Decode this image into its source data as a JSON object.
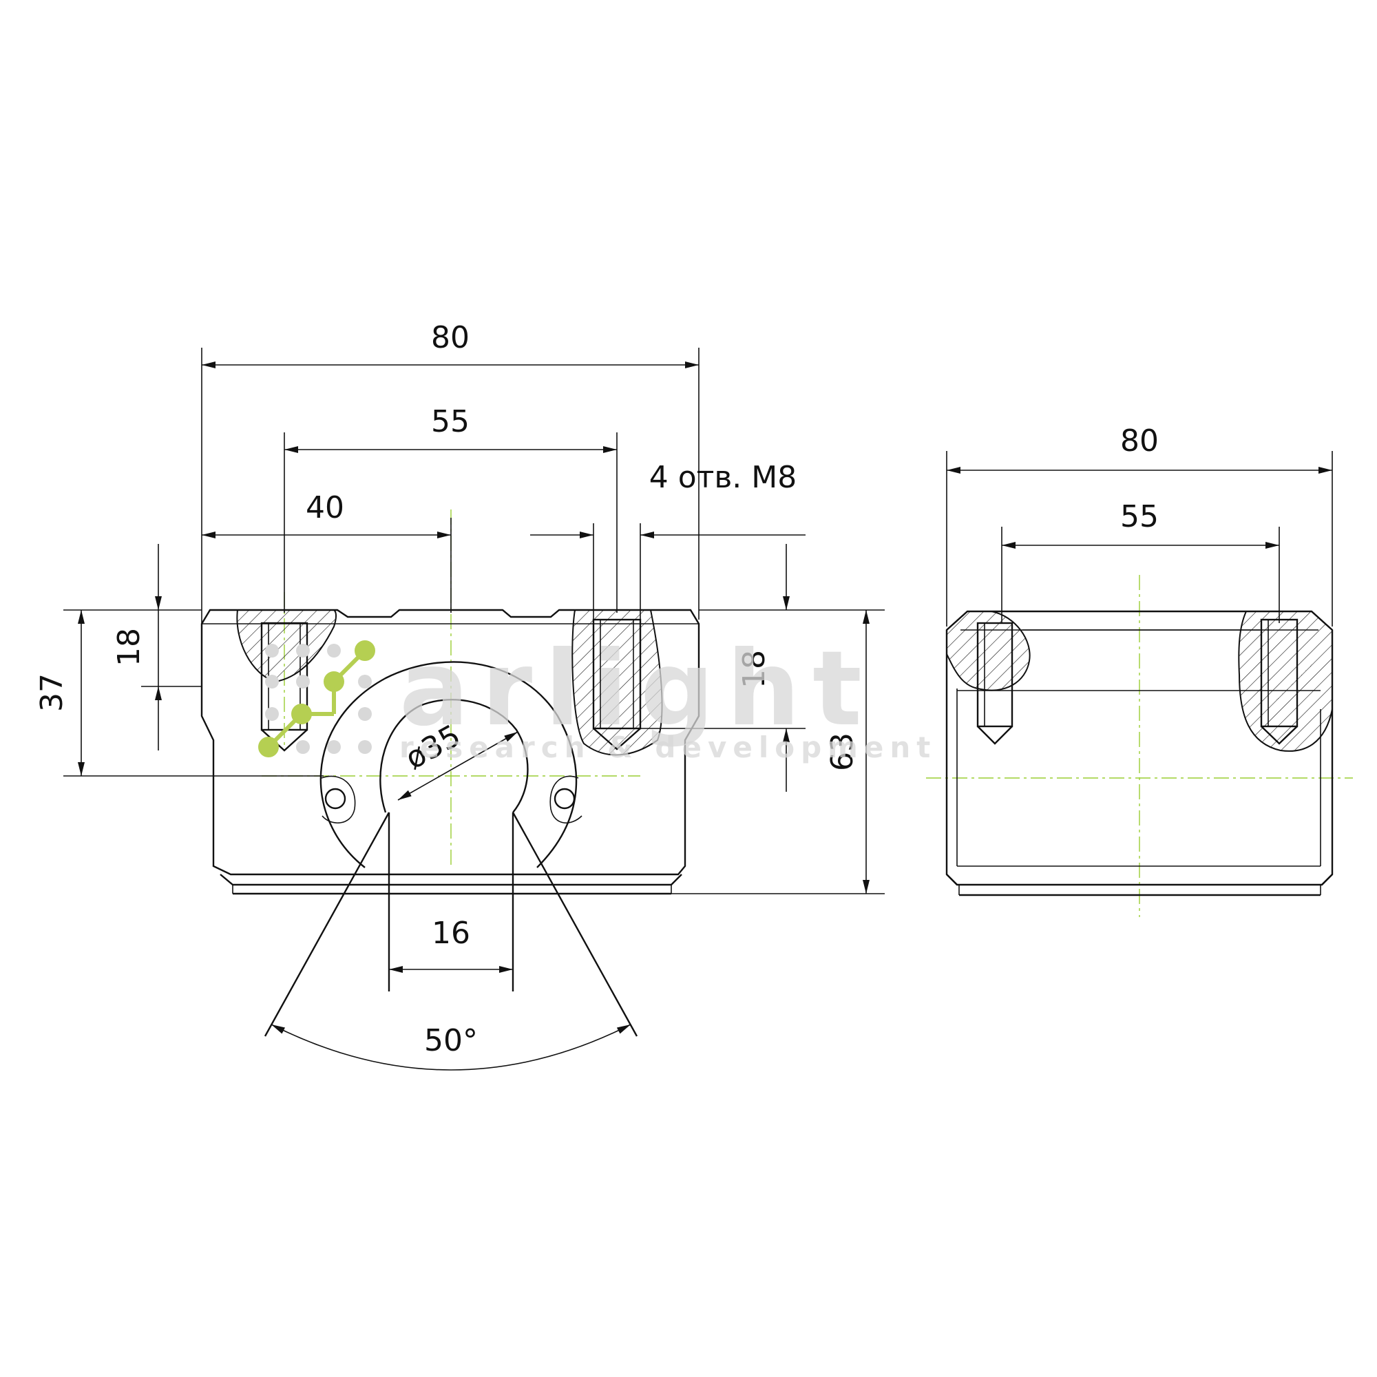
{
  "dimensions": {
    "front_width": "80",
    "front_hole_spacing": "55",
    "front_center_offset": "40",
    "front_height_left": "18",
    "front_center_height": "37",
    "front_total_height": "63",
    "front_hole_depth": "18",
    "hole_note": "4 отв. М8",
    "bore_diameter": "ø35",
    "slot_width": "16",
    "slot_angle": "50°",
    "side_width": "80",
    "side_hole_spacing": "55"
  },
  "watermark": {
    "brand": "arlight",
    "tagline": "research & development"
  },
  "colors": {
    "line": "#111111",
    "centerline": "#9acd32",
    "watermark": "#d8d8d8",
    "logo_green": "#b5cf52"
  }
}
